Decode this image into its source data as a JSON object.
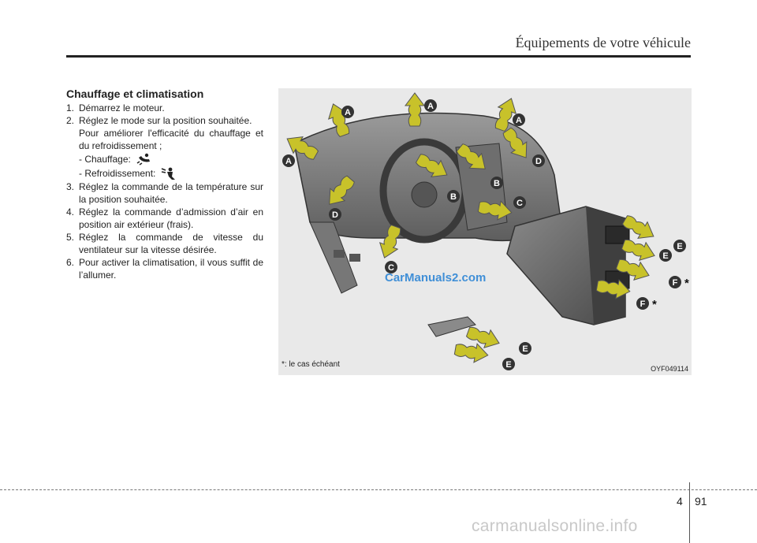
{
  "header": {
    "title": "Équipements de votre véhicule"
  },
  "section": {
    "title": "Chauffage et climatisation",
    "steps": [
      {
        "num": "1.",
        "text": "Démarrez le moteur."
      },
      {
        "num": "2.",
        "text": "Réglez le mode sur la position souhaitée."
      },
      {
        "num": "3.",
        "text": "Réglez la commande de la température sur la position souhaitée."
      },
      {
        "num": "4.",
        "text": "Réglez la commande d’admission d’air en position air extérieur (frais)."
      },
      {
        "num": "5.",
        "text": "Réglez la commande de vitesse du ventilateur sur la vitesse désirée."
      },
      {
        "num": "6.",
        "text": "Pour activer la climatisation, il vous suffit de l’allumer."
      }
    ],
    "step2_note": "Pour améliorer l'efficacité du chauffage et du refroidissement ;",
    "heating_label": "- Chauffage:",
    "cooling_label": "- Refroidissement:",
    "heating_icon": "floor-heating-mode-icon",
    "cooling_icon": "face-cooling-mode-icon"
  },
  "figure": {
    "note": "*: le cas échéant",
    "code": "OYF049114",
    "watermark": "CarManuals2.com",
    "vent_labels": [
      "A",
      "A",
      "A",
      "A",
      "B",
      "B",
      "C",
      "C",
      "D",
      "D",
      "E",
      "E",
      "E",
      "E",
      "F",
      "F"
    ],
    "asterisk": "*",
    "arrow_color": "#c8c22a",
    "label_color": "#333333"
  },
  "footer": {
    "chapter": "4",
    "page": "91",
    "site": "carmanualsonline.info"
  }
}
